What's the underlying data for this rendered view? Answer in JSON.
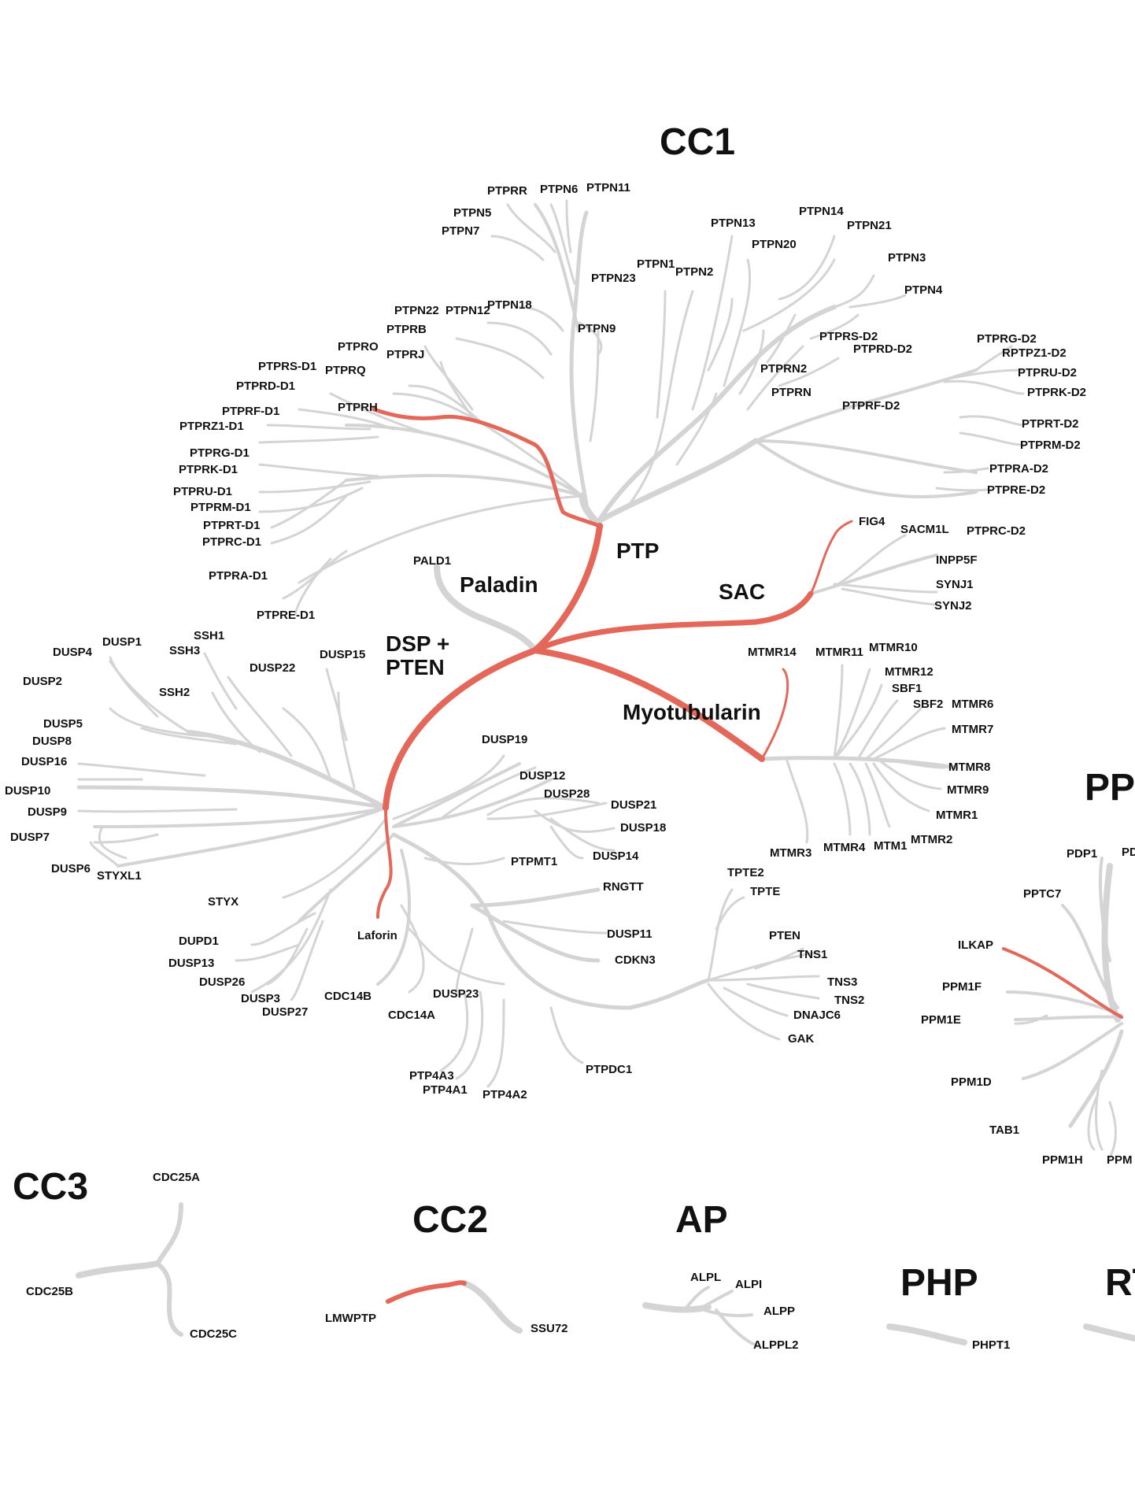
{
  "colors": {
    "branch": "#d4d4d4",
    "highlight": "#e4685a",
    "text": "#111111"
  },
  "groups": {
    "cc1": "CC1",
    "pp": "PP",
    "cc3": "CC3",
    "cc2": "CC2",
    "ap": "AP",
    "php": "PHP",
    "rt": "RT"
  },
  "families": {
    "ptp": "PTP",
    "paladin": "Paladin",
    "sac": "SAC",
    "dsp_line1": "DSP +",
    "dsp_line2": "PTEN",
    "myotubularin": "Myotubularin"
  },
  "leaves": {
    "ptp": [
      "PTPRR",
      "PTPN6",
      "PTPN11",
      "PTPN5",
      "PTPN7",
      "PTPN13",
      "PTPN14",
      "PTPN21",
      "PTPN20",
      "PTPN3",
      "PTPN4",
      "PTPN1",
      "PTPN23",
      "PTPN2",
      "PTPN22",
      "PTPN12",
      "PTPN18",
      "PTPRB",
      "PTPRO",
      "PTPRJ",
      "PTPRQ",
      "PTPRS-D1",
      "PTPRD-D1",
      "PTPRH",
      "PTPRF-D1",
      "PTPRZ1-D1",
      "PTPN9",
      "PTPRS-D2",
      "PTPRD-D2",
      "PTPRN2",
      "PTPRN",
      "PTPRF-D2",
      "PTPRG-D2",
      "RPTPZ1-D2",
      "PTPRU-D2",
      "PTPRK-D2",
      "PTPRT-D2",
      "PTPRM-D2",
      "PTPRA-D2",
      "PTPRE-D2",
      "PTPRC-D2",
      "PTPRG-D1",
      "PTPRK-D1",
      "PTPRU-D1",
      "PTPRM-D1",
      "PTPRT-D1",
      "PTPRC-D1",
      "PTPRA-D1",
      "PTPRE-D1"
    ],
    "paladin": [
      "PALD1"
    ],
    "sac": [
      "FIG4",
      "SACM1L",
      "INPP5F",
      "SYNJ1",
      "SYNJ2"
    ],
    "myotubularin": [
      "MTMR14",
      "MTMR11",
      "MTMR10",
      "MTMR12",
      "SBF1",
      "SBF2",
      "MTMR6",
      "MTMR7",
      "MTMR8",
      "MTMR9",
      "MTMR1",
      "MTMR2",
      "MTMR3",
      "MTMR4",
      "MTM1"
    ],
    "dsp": [
      "DUSP4",
      "DUSP1",
      "SSH1",
      "SSH3",
      "DUSP22",
      "DUSP15",
      "DUSP2",
      "SSH2",
      "DUSP5",
      "DUSP8",
      "DUSP16",
      "DUSP10",
      "DUSP9",
      "DUSP7",
      "DUSP6",
      "STYXL1",
      "STYX",
      "DUSP19",
      "DUSP12",
      "DUSP28",
      "DUSP21",
      "DUSP18",
      "DUSP14",
      "PTPMT1",
      "RNGTT",
      "DUSP11",
      "CDKN3",
      "TPTE2",
      "TPTE",
      "PTEN",
      "TNS1",
      "TNS3",
      "TNS2",
      "DNAJC6",
      "GAK",
      "Laforin",
      "DUPD1",
      "DUSP13",
      "DUSP26",
      "DUSP3",
      "DUSP27",
      "CDC14B",
      "CDC14A",
      "DUSP23",
      "PTP4A3",
      "PTP4A1",
      "PTP4A2",
      "PTPDC1"
    ],
    "pp": [
      "PDP1",
      "PD",
      "PPTC7",
      "ILKAP",
      "PPM1F",
      "PPM1E",
      "PPM1D",
      "TAB1",
      "PPM1H",
      "PPM"
    ],
    "cc3": [
      "CDC25A",
      "CDC25B",
      "CDC25C"
    ],
    "cc2": [
      "LMWPTP",
      "SSU72"
    ],
    "ap": [
      "ALPL",
      "ALPI",
      "ALPP",
      "ALPPL2"
    ],
    "php": [
      "PHPT1"
    ]
  }
}
